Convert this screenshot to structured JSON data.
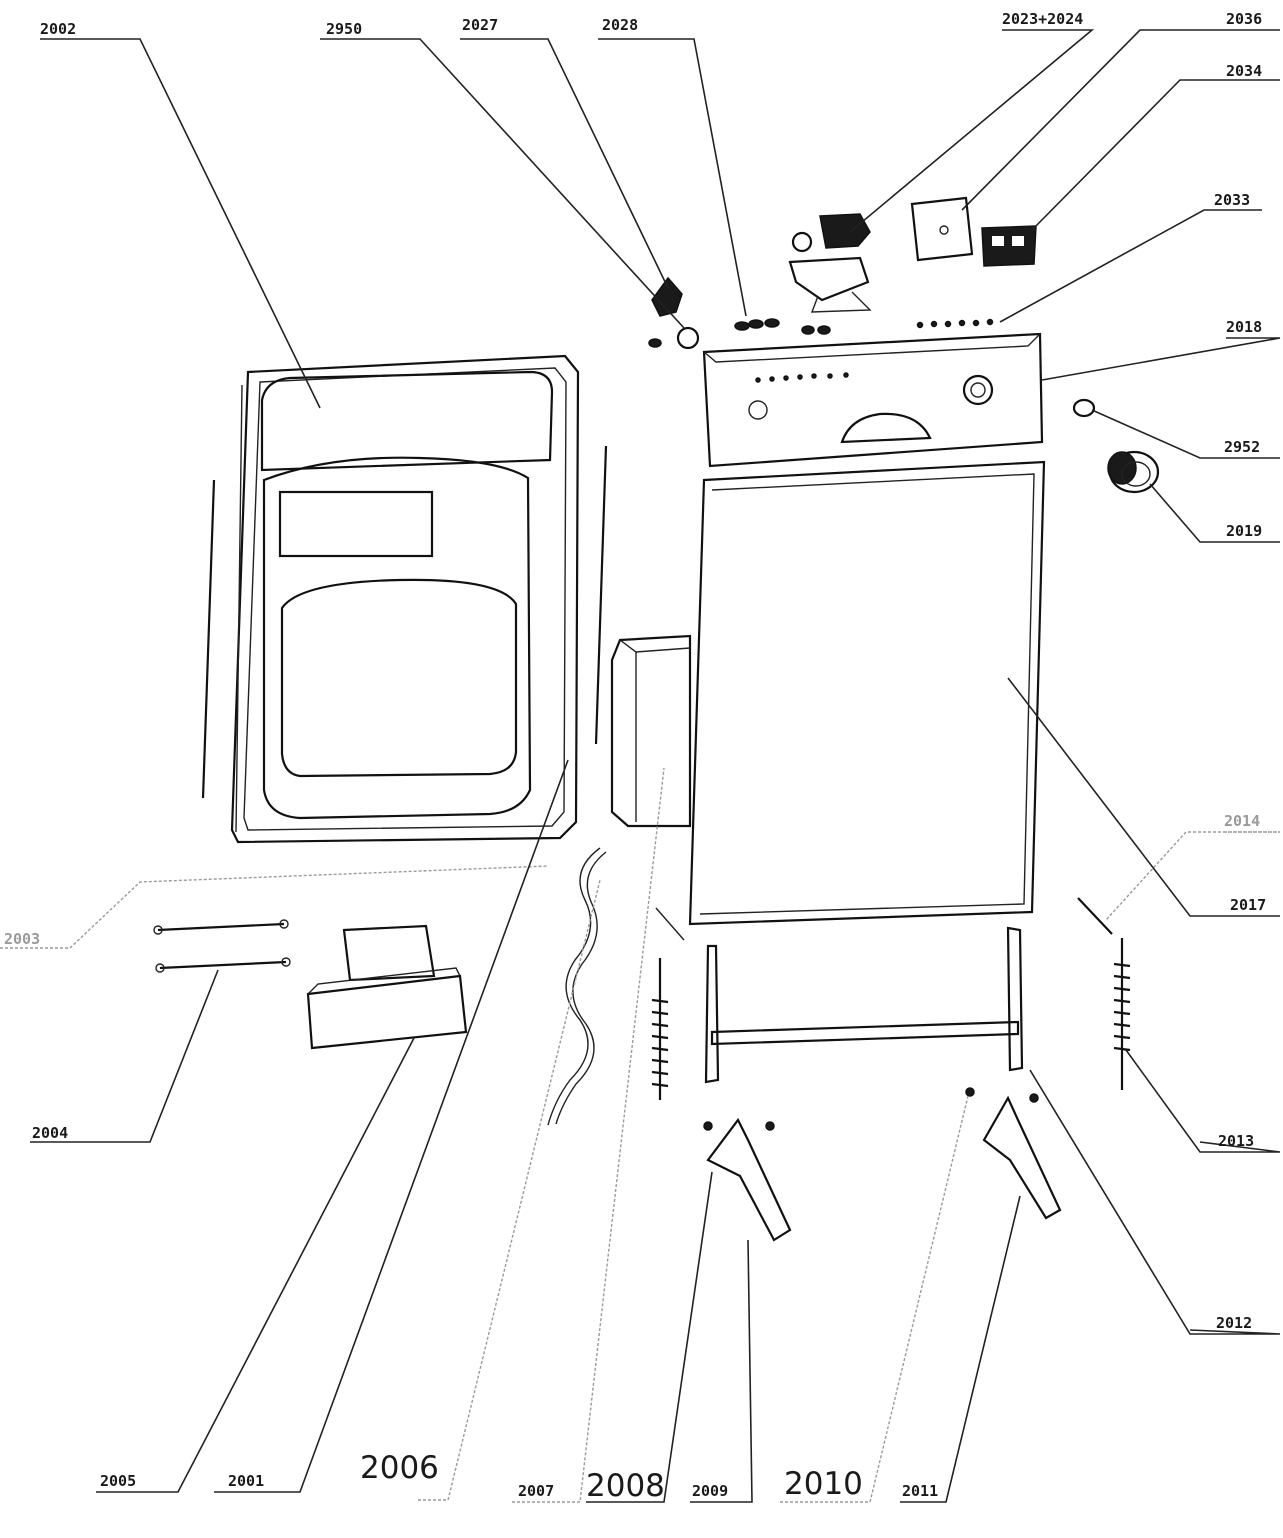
{
  "labels": [
    {
      "id": "2002",
      "text": "2002"
    },
    {
      "id": "2950",
      "text": "2950"
    },
    {
      "id": "2027",
      "text": "2027"
    },
    {
      "id": "2028",
      "text": "2028"
    },
    {
      "id": "2023-2024",
      "text": "2023+2024"
    },
    {
      "id": "2036",
      "text": "2036"
    },
    {
      "id": "2034",
      "text": "2034"
    },
    {
      "id": "2033",
      "text": "2033"
    },
    {
      "id": "2018",
      "text": "2018"
    },
    {
      "id": "2952",
      "text": "2952"
    },
    {
      "id": "2019",
      "text": "2019"
    },
    {
      "id": "2014",
      "text": "2014"
    },
    {
      "id": "2017",
      "text": "2017"
    },
    {
      "id": "2003",
      "text": "2003"
    },
    {
      "id": "2004",
      "text": "2004"
    },
    {
      "id": "2013",
      "text": "2013"
    },
    {
      "id": "2012",
      "text": "2012"
    },
    {
      "id": "2005",
      "text": "2005"
    },
    {
      "id": "2001",
      "text": "2001"
    },
    {
      "id": "2006",
      "text": "2006"
    },
    {
      "id": "2007",
      "text": "2007"
    },
    {
      "id": "2008",
      "text": "2008"
    },
    {
      "id": "2009",
      "text": "2009"
    },
    {
      "id": "2010",
      "text": "2010"
    },
    {
      "id": "2011",
      "text": "2011"
    }
  ]
}
